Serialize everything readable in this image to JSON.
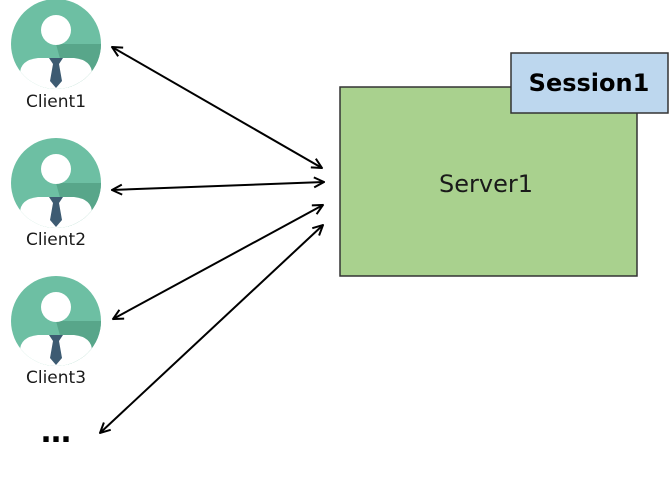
{
  "clients": [
    {
      "label": "Client1"
    },
    {
      "label": "Client2"
    },
    {
      "label": "Client3"
    }
  ],
  "more_clients": "…",
  "server": {
    "label": "Server1"
  },
  "session": {
    "label": "Session1"
  },
  "icon": "user-avatar-icon",
  "colors": {
    "avatar_circle": "#6dbfa3",
    "avatar_shadow": "#58a68a",
    "avatar_person": "#ffffff",
    "avatar_tie": "#3d5b72",
    "server_fill": "#a9d18e",
    "server_border": "#333333",
    "session_fill": "#bdd7ee",
    "arrow": "#000000"
  }
}
